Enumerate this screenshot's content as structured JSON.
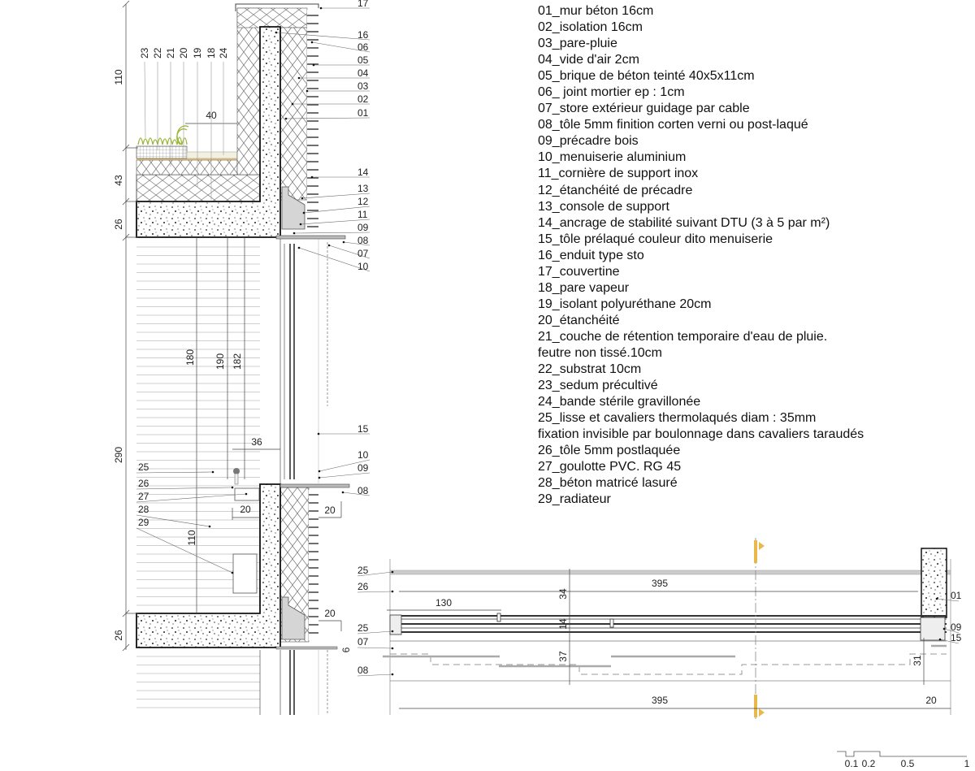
{
  "legend": [
    "01_mur béton 16cm",
    "02_isolation 16cm",
    "03_pare-pluie",
    "04_vide d'air 2cm",
    "05_brique de béton teinté 40x5x11cm",
    "06_ joint mortier ep : 1cm",
    "07_store extérieur guidage par cable",
    "08_tôle 5mm finition corten verni ou post-laqué",
    "09_précadre bois",
    "10_menuiserie aluminium",
    "11_cornière de support inox",
    "12_étanchéité de précadre",
    "13_console de support",
    "14_ancrage de stabilité suivant DTU (3 à 5 par m²)",
    "15_tôle prélaqué couleur dito menuiserie",
    "16_enduit type sto",
    "17_couvertine",
    "18_pare vapeur",
    "19_isolant polyuréthane 20cm",
    "20_étanchéité",
    "21_couche de rétention temporaire d'eau de pluie.",
    "feutre non tissé.10cm",
    "22_substrat 10cm",
    "23_sedum précultivé",
    "24_bande stérile gravillonée",
    "25_lisse et cavaliers thermolaqués diam : 35mm",
    "fixation invisible par boulonnage dans cavaliers taraudés",
    "26_tôle 5mm postlaquée",
    "27_goulotte PVC. RG 45",
    "28_béton matricé lasuré",
    "29_radiateur"
  ],
  "section": {
    "right_labels": [
      "17",
      "16",
      "06",
      "05",
      "04",
      "03",
      "02",
      "01",
      "14",
      "13",
      "12",
      "11",
      "09",
      "08",
      "07",
      "10",
      "15",
      "10",
      "09",
      "08"
    ],
    "roof_labels": [
      "23",
      "22",
      "21",
      "20",
      "19",
      "18",
      "24"
    ],
    "left_labels": [
      "25",
      "26",
      "27",
      "28",
      "29"
    ],
    "dimensions": {
      "vertical_overall": [
        "110",
        "43",
        "26",
        "290",
        "26"
      ],
      "roof_width": "40",
      "heights": [
        "180",
        "190",
        "182"
      ],
      "rail_offset": "36",
      "sill": "20",
      "radiator_height": "110",
      "cladding_projection_top": "20",
      "cladding_projection_bottom": "20",
      "blind_gap": "6"
    }
  },
  "plan": {
    "left_labels": [
      "25",
      "26",
      "25",
      "07",
      "08"
    ],
    "right_labels": [
      "01",
      "09",
      "15"
    ],
    "dimensions": {
      "inner_width": "395",
      "leaf_width": "130",
      "depth_top": "34",
      "frame_depth": "14",
      "depth_bottom": "37",
      "depth_right": "31",
      "overall_width": "395",
      "wall_width": "20"
    }
  },
  "scale_bar": [
    "0.1",
    "0.2",
    "0.5",
    "1"
  ],
  "colors": {
    "line": "#222222",
    "insulation": "#555555",
    "concrete_fill": "#ffffff",
    "sedum": "#9bb83a",
    "section_marker": "#e8b84a",
    "metal_grey": "#bdbdbd"
  }
}
